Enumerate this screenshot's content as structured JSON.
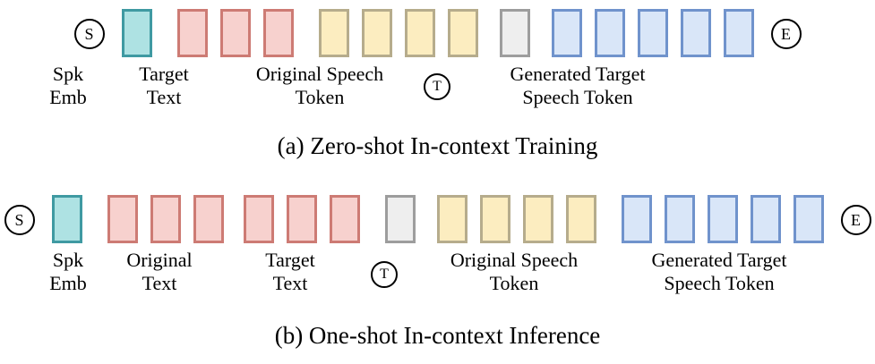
{
  "figure": {
    "colors": {
      "cyan_fill": "#aee2e3",
      "cyan_border": "#3f9aa2",
      "pink_fill": "#f7d1ce",
      "pink_border": "#cd7b74",
      "yellow_fill": "#fcedc0",
      "yellow_border": "#b6ac8c",
      "gray_fill": "#eeeeee",
      "gray_border": "#9d9d9d",
      "blue_fill": "#d9e6f8",
      "blue_border": "#7093cc"
    },
    "panels": [
      {
        "id": "a",
        "caption": "(a) Zero-shot In-context Training",
        "start_marker": "S",
        "end_marker": "E",
        "groups": [
          {
            "name": "spk-emb",
            "color": "cyan",
            "count": 1,
            "label_line1": "Spk",
            "label_line2": "Emb"
          },
          {
            "name": "target-text",
            "color": "pink",
            "count": 3,
            "label_line1": "Target",
            "label_line2": "Text"
          },
          {
            "name": "original-speech-token",
            "color": "yellow",
            "count": 4,
            "label_line1": "Original Speech",
            "label_line2": "Token"
          },
          {
            "name": "turn-marker",
            "color": "gray",
            "count": 1,
            "label_line1": "",
            "label_line2": "",
            "marker": "T"
          },
          {
            "name": "generated-target-speech-token",
            "color": "blue",
            "count": 5,
            "label_line1": "Generated Target",
            "label_line2": "Speech Token"
          }
        ]
      },
      {
        "id": "b",
        "caption": "(b) One-shot In-context Inference",
        "start_marker": "S",
        "end_marker": "E",
        "groups": [
          {
            "name": "spk-emb",
            "color": "cyan",
            "count": 1,
            "label_line1": "Spk",
            "label_line2": "Emb"
          },
          {
            "name": "original-text",
            "color": "pink",
            "count": 3,
            "label_line1": "Original",
            "label_line2": "Text"
          },
          {
            "name": "target-text",
            "color": "pink",
            "count": 3,
            "label_line1": "Target",
            "label_line2": "Text"
          },
          {
            "name": "turn-marker",
            "color": "gray",
            "count": 1,
            "label_line1": "",
            "label_line2": "",
            "marker": "T"
          },
          {
            "name": "original-speech-token",
            "color": "yellow",
            "count": 4,
            "label_line1": "Original Speech",
            "label_line2": "Token"
          },
          {
            "name": "generated-target-speech-token",
            "color": "blue",
            "count": 5,
            "label_line1": "Generated Target",
            "label_line2": "Speech Token"
          }
        ]
      }
    ]
  }
}
